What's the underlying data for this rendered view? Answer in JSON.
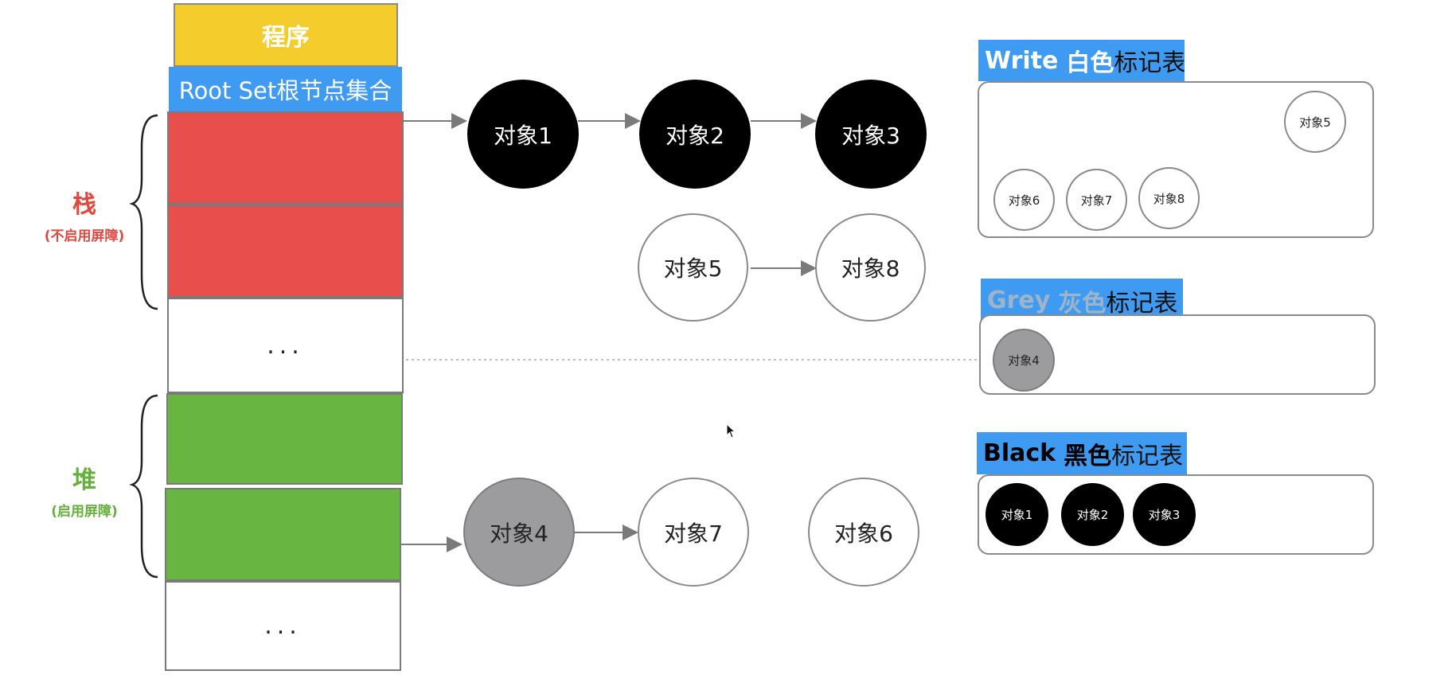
{
  "program": {
    "label": "程序"
  },
  "root_set": {
    "label": "Root Set根节点集合"
  },
  "stack": {
    "label": "栈",
    "sublabel": "(不启用屏障)"
  },
  "heap": {
    "label": "堆",
    "sublabel": "(启用屏障)"
  },
  "ellipsis": "...",
  "nodes": {
    "obj1": "对象1",
    "obj2": "对象2",
    "obj3": "对象3",
    "obj4": "对象4",
    "obj5": "对象5",
    "obj6": "对象6",
    "obj7": "对象7",
    "obj8": "对象8"
  },
  "tables": {
    "white": {
      "title_en": "Write",
      "title_color": "白色",
      "title_rest": "标记表",
      "items": [
        "对象5",
        "对象6",
        "对象7",
        "对象8"
      ]
    },
    "grey": {
      "title_en": "Grey",
      "title_color": "灰色",
      "title_rest": "标记表",
      "items": [
        "对象4"
      ]
    },
    "black": {
      "title_en": "Black",
      "title_color": "黑色",
      "title_rest": "标记表",
      "items": [
        "对象1",
        "对象2",
        "对象3"
      ]
    }
  },
  "colors": {
    "program": "#f4cd2c",
    "root_set": "#3f9bf2",
    "stack": "#e84f4c",
    "heap": "#68b641",
    "grey_node": "#9c9c9e"
  }
}
